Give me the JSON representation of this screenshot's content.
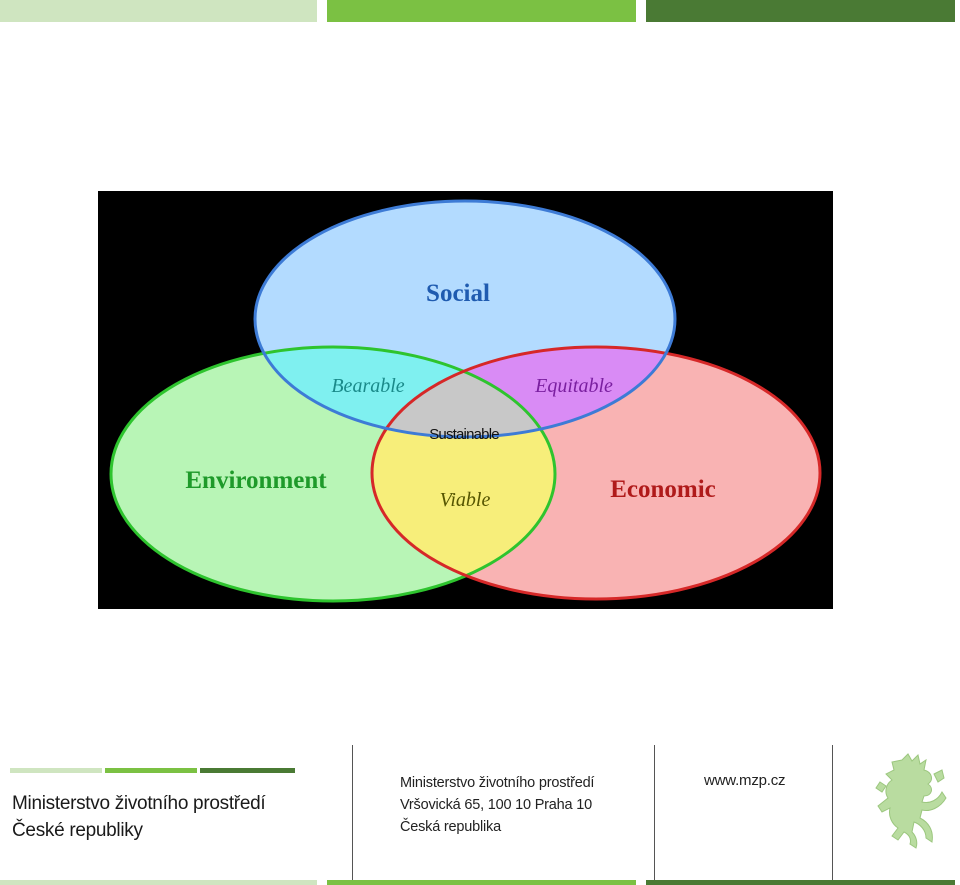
{
  "header": {
    "bar_colors": [
      "#cfe5c0",
      "#7bc143",
      "#4a7a34"
    ]
  },
  "diagram": {
    "circles": [
      {
        "label": "Social",
        "fill": "#b3dbff",
        "stroke": "#3d7bd6",
        "text_color": "#1f5bb0"
      },
      {
        "label": "Environment",
        "fill": "#b8f5b6",
        "stroke": "#2ec42e",
        "text_color": "#1e9a2a"
      },
      {
        "label": "Economic",
        "fill": "#f9b3b3",
        "stroke": "#d62828",
        "text_color": "#b01a1a"
      }
    ],
    "overlaps": {
      "social_environment": {
        "label": "Bearable",
        "fill": "#7ff0f0",
        "text_color": "#1a8a8a"
      },
      "social_economic": {
        "label": "Equitable",
        "fill": "#d98bf5",
        "text_color": "#7a1fa0"
      },
      "environment_economic": {
        "label": "Viable",
        "fill": "#f7ee7a",
        "text_color": "#555500"
      },
      "center": {
        "label": "Sustainable",
        "fill": "#c8c8c8",
        "text_color": "#111111"
      }
    }
  },
  "footer": {
    "org_line1": "Ministerstvo životního prostředí",
    "org_line2": "České republiky",
    "address_line1": "Ministerstvo životního prostředí",
    "address_line2": "Vršovická 65, 100 10  Praha 10",
    "address_line3": "Česká republika",
    "website": "www.mzp.cz",
    "logo_icon": "czech-lion-icon"
  }
}
